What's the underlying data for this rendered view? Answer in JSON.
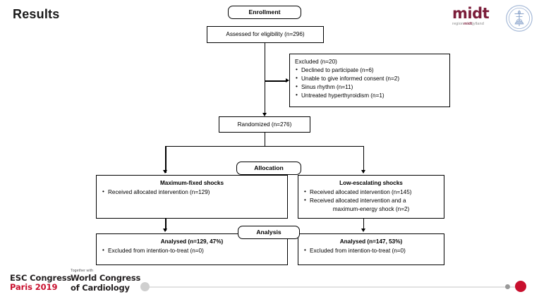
{
  "slide": {
    "title": "Results"
  },
  "logos": {
    "midt_word": "midt",
    "midt_sub_pre": "region",
    "midt_sub_mid": "midt",
    "midt_sub_post": "jylland",
    "circle_name": "aarhus-university-hospital-seal"
  },
  "flowchart": {
    "type": "consort-diagram",
    "stages": [
      {
        "id": "enrollment",
        "label": "Enrollment"
      },
      {
        "id": "allocation",
        "label": "Allocation"
      },
      {
        "id": "analysis",
        "label": "Analysis"
      }
    ],
    "nodes": {
      "assessed": {
        "text": "Assessed for eligibility (n=296)"
      },
      "excluded": {
        "head": "Excluded (n=20)",
        "bullets": [
          "Declined to participate (n=6)",
          "Unable to give informed consent (n=2)",
          "Sinus rhythm (n=11)",
          "Untreated hyperthyroidism (n=1)"
        ]
      },
      "randomized": {
        "text": "Randomized (n=276)"
      },
      "alloc_left": {
        "head": "Maximum-fixed shocks",
        "bullets": [
          "Received allocated intervention (n=129)"
        ]
      },
      "alloc_right": {
        "head": "Low-escalating shocks",
        "bullets": [
          "Received allocated intervention (n=145)",
          "Received allocated intervention and a",
          "maximum-energy shock (n=2)"
        ]
      },
      "analysis_left": {
        "head": "Analysed  (n=129, 47%)",
        "bullets": [
          "Excluded from intention-to-treat (n=0)"
        ]
      },
      "analysis_right": {
        "head": "Analysed  (n=147, 53%)",
        "bullets": [
          "Excluded from intention-to-treat (n=0)"
        ]
      }
    }
  },
  "footer": {
    "esc_line1": "ESC Congress",
    "esc_line2": "Paris 2019",
    "wcc_kicker": "Together with",
    "wcc_line1": "World Congress",
    "wcc_line2": "of Cardiology",
    "accent_color": "#c8102e"
  }
}
